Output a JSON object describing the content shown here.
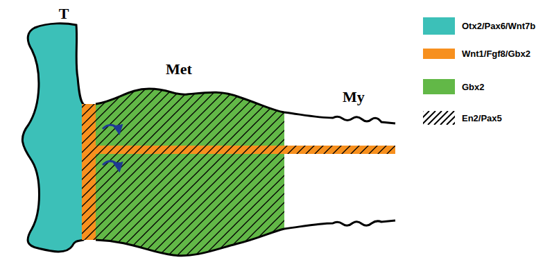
{
  "diagram": {
    "labels": [
      "T",
      "Met",
      "My"
    ],
    "legend": [
      {
        "text": "Otx2/Pax6/Wnt7b",
        "color": "#3cc0b8"
      },
      {
        "text": "Wnt1/Fgf8/Gbx2",
        "color": "#f7901e"
      },
      {
        "text": "Gbx2",
        "color": "#62b847"
      },
      {
        "text": "En2/Pax5"
      }
    ]
  }
}
